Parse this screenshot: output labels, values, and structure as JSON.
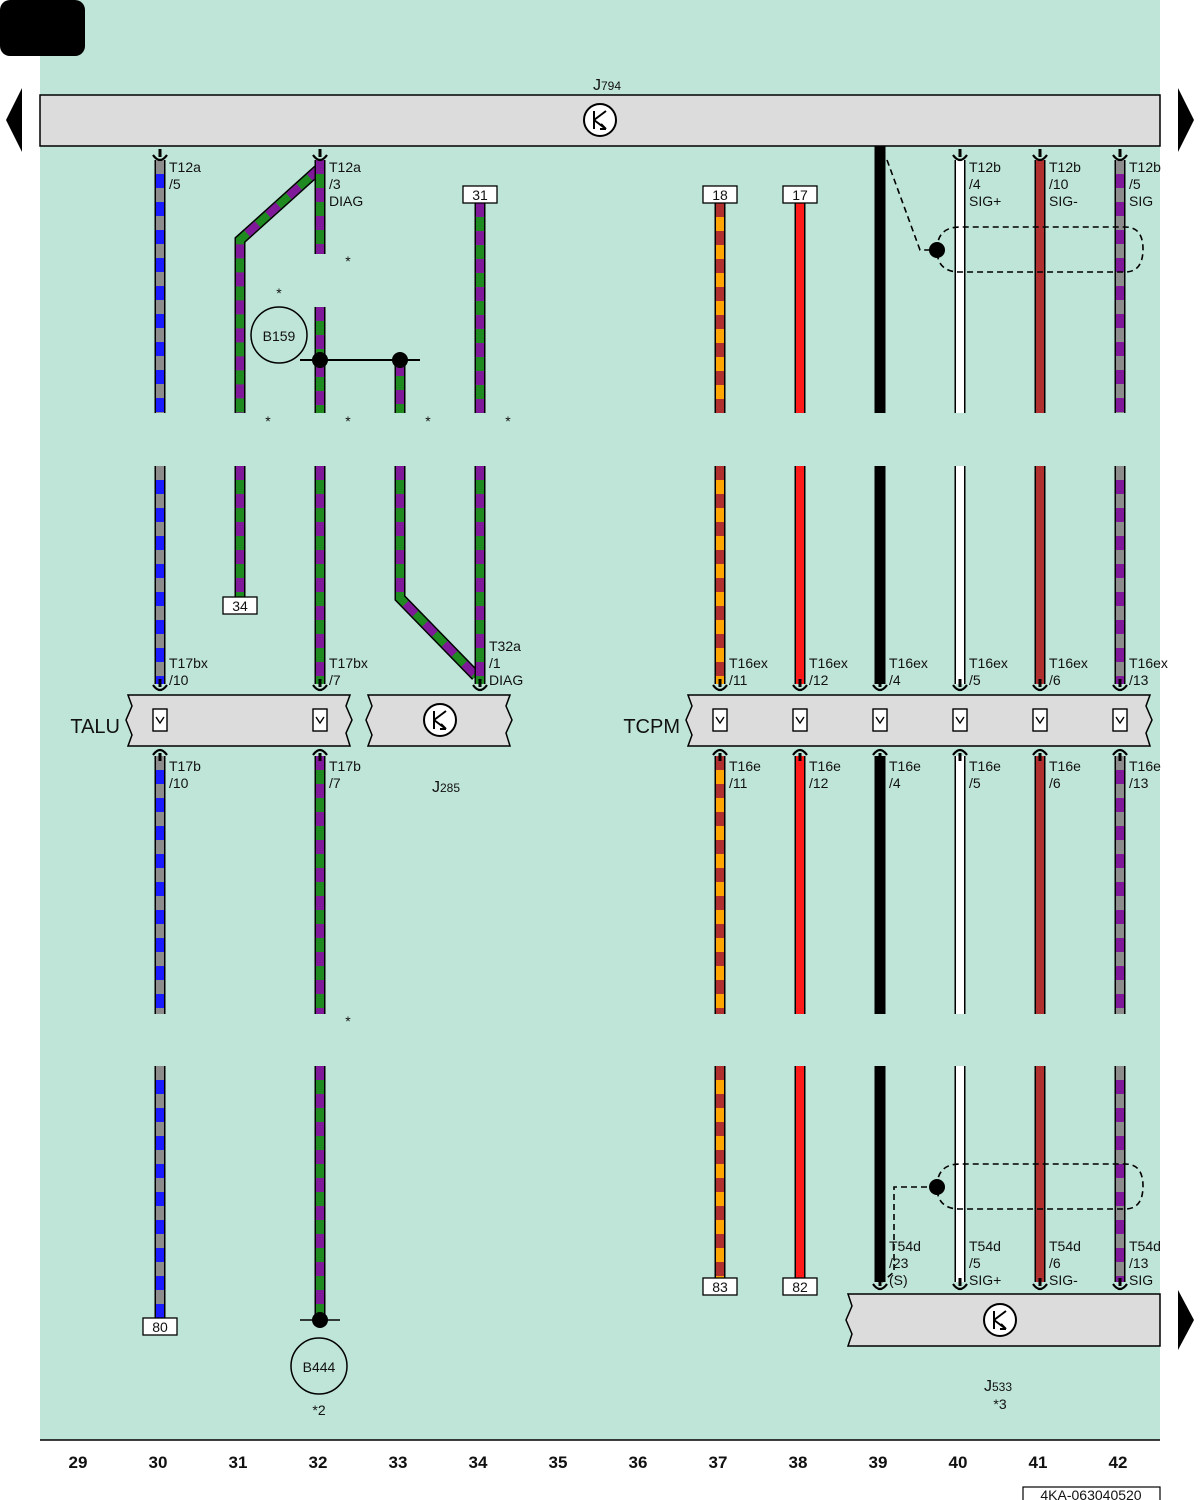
{
  "page": {
    "corner_badge": "",
    "doc_id": "4KA-063040520",
    "column_numbers": [
      "29",
      "30",
      "31",
      "32",
      "33",
      "34",
      "35",
      "36",
      "37",
      "38",
      "39",
      "40",
      "41",
      "42"
    ]
  },
  "colors": {
    "background": "#bfe5d8",
    "module_fill": "#dcdcdc",
    "blue": "#1b1bff",
    "grey": "#8c8c8c",
    "green": "#1f8a1f",
    "violet": "#80189a",
    "orange": "#ffa500",
    "brown_red": "#b03030",
    "red": "#ff1a1a",
    "black": "#000000",
    "white": "#ffffff"
  },
  "icons": {
    "module_symbol": "control-unit-transistor-icon",
    "nav_left": "arrow-left-icon",
    "nav_right": "arrow-right-icon"
  },
  "components": {
    "J794": {
      "code": "J",
      "num": "794"
    },
    "J285": {
      "code": "J",
      "num": "285"
    },
    "J533": {
      "code": "J",
      "num": "533",
      "note": "*3"
    },
    "TALU": {
      "name": "TALU"
    },
    "TCPM": {
      "name": "TCPM"
    },
    "B159": {
      "name": "B159"
    },
    "B444": {
      "name": "B444",
      "note": "*2"
    }
  },
  "pins": {
    "T12a_5": [
      "T12a",
      "/5"
    ],
    "T12a_3": [
      "T12a",
      "/3",
      "DIAG"
    ],
    "T12b_4": [
      "T12b",
      "/4",
      "SIG+"
    ],
    "T12b_10": [
      "T12b",
      "/10",
      "SIG-"
    ],
    "T12b_5": [
      "T12b",
      "/5",
      "SIG"
    ],
    "T17bx_10": [
      "T17bx",
      "/10"
    ],
    "T17bx_7": [
      "T17bx",
      "/7"
    ],
    "T32a_1": [
      "T32a",
      "/1",
      "DIAG"
    ],
    "T16ex_11": [
      "T16ex",
      "/11"
    ],
    "T16ex_12": [
      "T16ex",
      "/12"
    ],
    "T16ex_4": [
      "T16ex",
      "/4"
    ],
    "T16ex_5": [
      "T16ex",
      "/5"
    ],
    "T16ex_6": [
      "T16ex",
      "/6"
    ],
    "T16ex_13": [
      "T16ex",
      "/13"
    ],
    "T17b_10": [
      "T17b",
      "/10"
    ],
    "T17b_7": [
      "T17b",
      "/7"
    ],
    "T16e_11": [
      "T16e",
      "/11"
    ],
    "T16e_12": [
      "T16e",
      "/12"
    ],
    "T16e_4": [
      "T16e",
      "/4"
    ],
    "T16e_5": [
      "T16e",
      "/5"
    ],
    "T16e_6": [
      "T16e",
      "/6"
    ],
    "T16e_13": [
      "T16e",
      "/13"
    ],
    "T54d_23": [
      "T54d",
      "/23",
      "(S)"
    ],
    "T54d_5": [
      "T54d",
      "/5",
      "SIG+"
    ],
    "T54d_6": [
      "T54d",
      "/6",
      "SIG-"
    ],
    "T54d_13": [
      "T54d",
      "/13",
      "SIG"
    ]
  },
  "refs": {
    "r31": "31",
    "r18": "18",
    "r17": "17",
    "r34": "34",
    "r80": "80",
    "r83": "83",
    "r82": "82"
  },
  "notes": {
    "star": "*"
  }
}
